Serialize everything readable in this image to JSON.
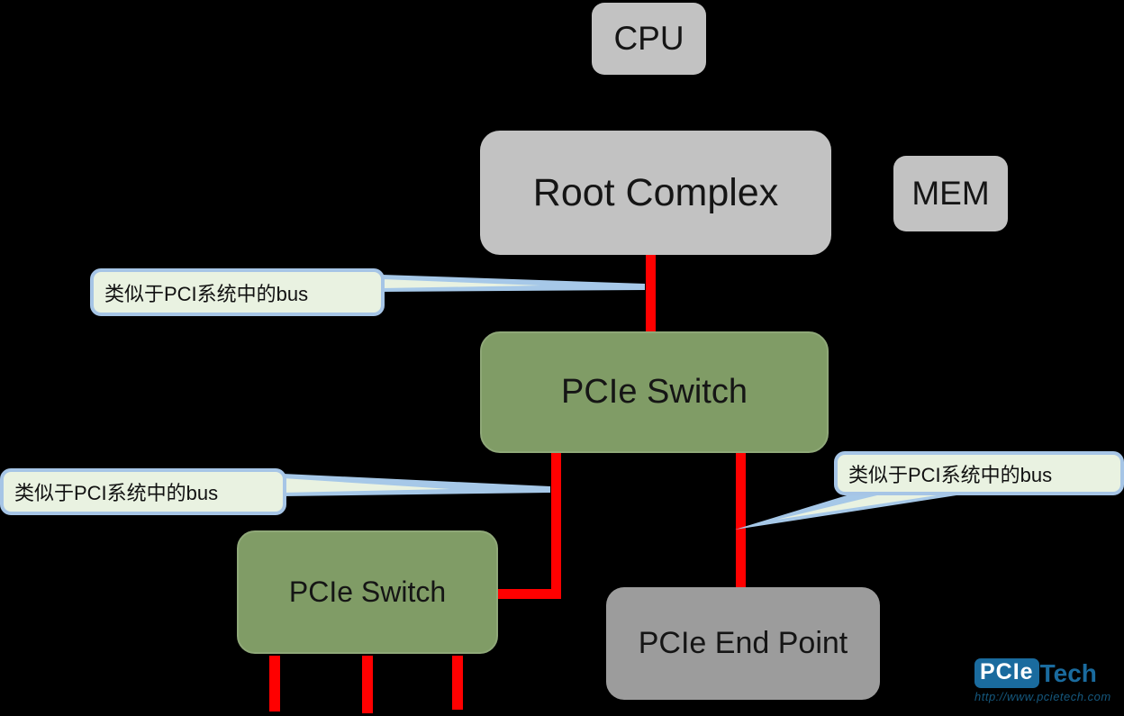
{
  "diagram": {
    "nodes": {
      "cpu": {
        "label": "CPU"
      },
      "root_complex": {
        "label": "Root Complex"
      },
      "mem": {
        "label": "MEM"
      },
      "switch_main": {
        "label": "PCIe Switch"
      },
      "switch_sub": {
        "label": "PCIe Switch"
      },
      "endpoint": {
        "label": "PCIe End Point"
      }
    },
    "callouts": {
      "bus1": {
        "text": "类似于PCI系统中的bus"
      },
      "bus2": {
        "text": "类似于PCI系统中的bus"
      },
      "bus3": {
        "text": "类似于PCI系统中的bus"
      }
    },
    "logo": {
      "badge": "PCIe",
      "suffix": "Tech",
      "url": "http://www.pcietech.com"
    },
    "colors": {
      "background": "#000000",
      "box_gray": "#c2c2c2",
      "box_gray_dark": "#9c9c9c",
      "box_green": "#809c66",
      "connector_red": "#ff0000",
      "callout_fill": "#e9f2e1",
      "callout_border": "#a6c5e6",
      "logo_blue": "#1a6b9e"
    }
  }
}
